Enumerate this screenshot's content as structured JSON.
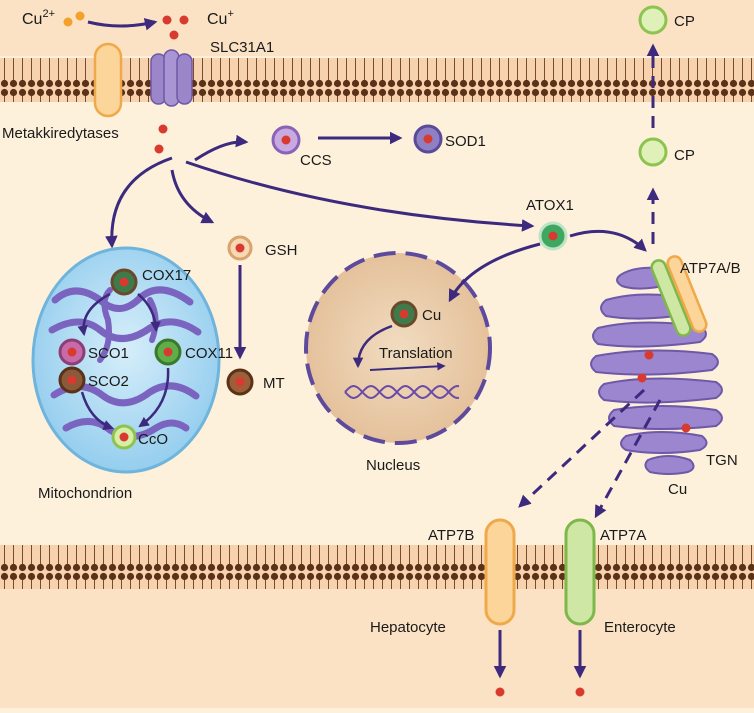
{
  "labels": {
    "cu2": "Cu",
    "cu2_charge": "2+",
    "cu1": "Cu",
    "cu1_charge": "+",
    "slc31a1": "SLC31A1",
    "metalloreductases": "Metakkiredytases",
    "ccs": "CCS",
    "sod1": "SOD1",
    "cp_top": "CP",
    "cp_mid": "CP",
    "atox1": "ATOX1",
    "gsh": "GSH",
    "mt": "MT",
    "cox17": "COX17",
    "sco1": "SCO1",
    "cox11": "COX11",
    "sco2": "SCO2",
    "cco": "CcO",
    "mitochondrion": "Mitochondrion",
    "nucleus_cu": "Cu",
    "translation": "Translation",
    "nucleus": "Nucleus",
    "atp7ab": "ATP7A/B",
    "tgn": "TGN",
    "tgn_cu": "Cu",
    "atp7b": "ATP7B",
    "atp7a": "ATP7A",
    "hepatocyte": "Hepatocyte",
    "enterocyte": "Enterocyte"
  },
  "colors": {
    "arrow": "#3d2a7e",
    "copper_dot": "#d83a2f",
    "cu2_dot": "#f4a12c",
    "membrane_band": "#f6d2ae",
    "lipid_head": "#5b3118",
    "cell_bg": "#fdf1dc",
    "slc31a1": "#9b86c9",
    "mito_fill": "#a9d9f2",
    "mito_cristae": "#7a64c0",
    "nucleus_fill": "#e9c9a3",
    "nucleus_border": "#5e4a9c",
    "golgi": "#9b86cf",
    "atp7b_fill": "#fbd59a",
    "atp7b_stroke": "#f0a94a",
    "atp7a_fill": "#cfe7a4",
    "atp7a_stroke": "#7fb84a",
    "cp_fill": "#dff0b8",
    "cp_stroke": "#8cc44f"
  }
}
